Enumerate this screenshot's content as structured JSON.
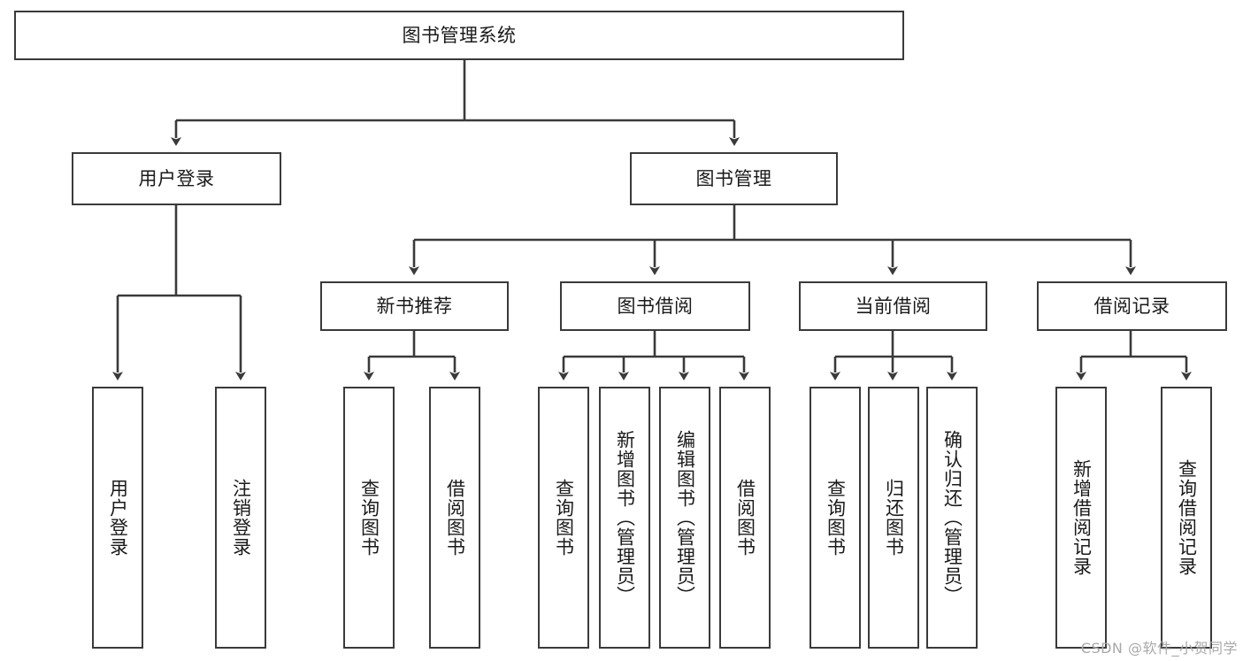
{
  "diagram": {
    "title": "图书管理系统",
    "type": "tree",
    "root": {
      "label": "图书管理系统"
    },
    "level1": [
      {
        "label": "用户登录"
      },
      {
        "label": "图书管理"
      }
    ],
    "level2": [
      {
        "label": "新书推荐"
      },
      {
        "label": "图书借阅"
      },
      {
        "label": "当前借阅"
      },
      {
        "label": "借阅记录"
      }
    ],
    "leaves": {
      "user_login": [
        {
          "label": "用户登录"
        },
        {
          "label": "注销登录"
        }
      ],
      "new_book_recommend": [
        {
          "label": "查询图书"
        },
        {
          "label": "借阅图书"
        }
      ],
      "book_borrow": [
        {
          "label": "查询图书"
        },
        {
          "label": "新增图书（管理员）"
        },
        {
          "label": "编辑图书（管理员）"
        },
        {
          "label": "借阅图书"
        }
      ],
      "current_borrow": [
        {
          "label": "查询图书"
        },
        {
          "label": "归还图书"
        },
        {
          "label": "确认归还（管理员）"
        }
      ],
      "borrow_record": [
        {
          "label": "新增借阅记录"
        },
        {
          "label": "查询借阅记录"
        }
      ]
    }
  },
  "watermark": {
    "text": "CSDN @软件_小贺同学"
  },
  "colors": {
    "stroke": "#3a3a3a",
    "text": "#1a1a1a",
    "background": "#ffffff",
    "watermark": "#a9a9a9"
  }
}
